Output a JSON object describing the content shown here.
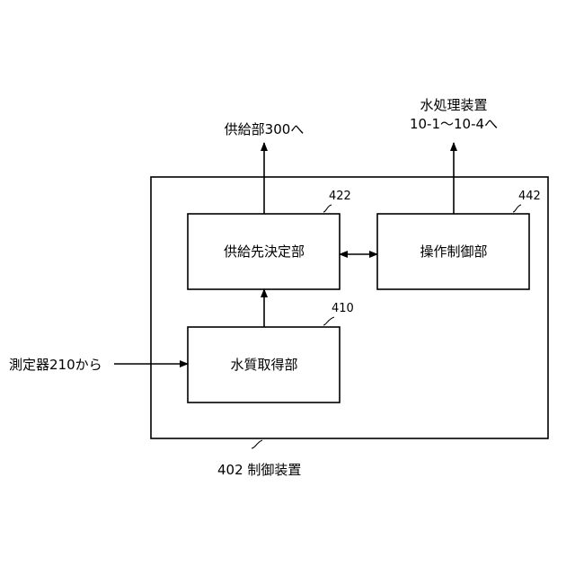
{
  "device": {
    "label": "402 制御装置"
  },
  "blocks": {
    "supply_decision": {
      "label": "供給先決定部",
      "ref": "422"
    },
    "operation_control": {
      "label": "操作制御部",
      "ref": "442"
    },
    "water_quality": {
      "label": "水質取得部",
      "ref": "410"
    }
  },
  "external": {
    "supply_unit": "供給部300へ",
    "water_treatment_line1": "水処理装置",
    "water_treatment_line2": "10-1～10-4へ",
    "measuring_device": "測定器210から"
  }
}
